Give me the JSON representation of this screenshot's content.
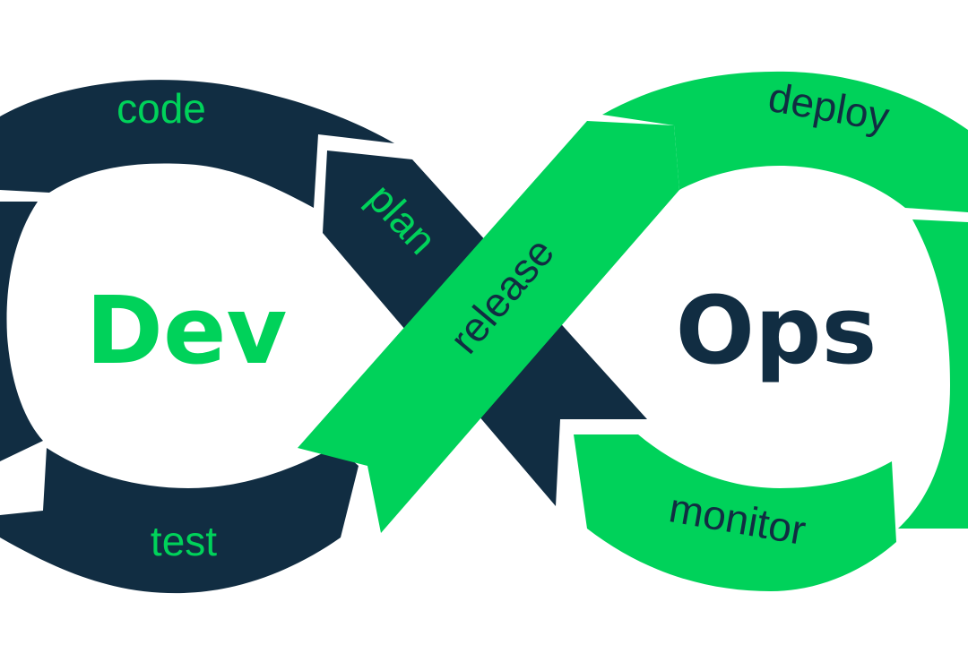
{
  "diagram": {
    "left_title": "Dev",
    "right_title": "Ops",
    "stages": {
      "code": "code",
      "plan": "plan",
      "release": "release",
      "deploy": "deploy",
      "monitor": "monitor",
      "test": "test"
    }
  },
  "colors": {
    "navy": "#112d42",
    "green": "#00d25a",
    "background": "#ffffff"
  }
}
